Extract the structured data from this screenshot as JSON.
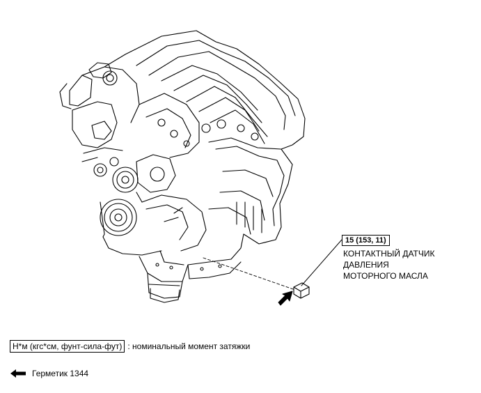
{
  "callout": {
    "torque_spec": "15 (153, 11)",
    "part_name_lines": [
      "КОНТАКТНЫЙ ДАТЧИК",
      "ДАВЛЕНИЯ",
      "МОТОРНОГО МАСЛА"
    ]
  },
  "legend": {
    "torque_units": "Н*м (кгс*см, фунт-сила-фут)",
    "torque_description": ": номинальный момент затяжки",
    "sealant_label": "Герметик 1344"
  },
  "icons": {
    "sealant_arrow": "left-arrow-icon",
    "applied_arrow": "pointer-arrow-icon",
    "sensor": "oil-pressure-switch-icon"
  },
  "colors": {
    "line": "#000000",
    "background": "#ffffff"
  }
}
